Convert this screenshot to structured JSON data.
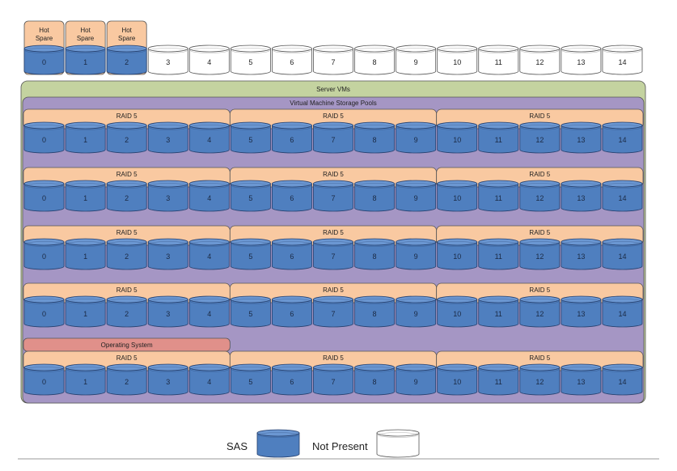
{
  "colors": {
    "sas_fill": "#4f7fbf",
    "sas_top": "#6b97d2",
    "sas_stroke": "#26406e",
    "not_present_fill": "#ffffff",
    "not_present_stroke": "#555555",
    "hot_spare_bg": "#f9c9a1",
    "server_vms_bg": "#c4d3a0",
    "vm_pools_bg": "#a596c4",
    "raid_bg": "#f9c9a1",
    "os_bg": "#e0908a"
  },
  "top_row": {
    "hot_spare_label": "Hot Spare",
    "disks": [
      {
        "label": "0",
        "type": "SAS",
        "hot_spare": true
      },
      {
        "label": "1",
        "type": "SAS",
        "hot_spare": true
      },
      {
        "label": "2",
        "type": "SAS",
        "hot_spare": true
      },
      {
        "label": "3",
        "type": "Not Present",
        "hot_spare": false
      },
      {
        "label": "4",
        "type": "Not Present",
        "hot_spare": false
      },
      {
        "label": "5",
        "type": "Not Present",
        "hot_spare": false
      },
      {
        "label": "6",
        "type": "Not Present",
        "hot_spare": false
      },
      {
        "label": "7",
        "type": "Not Present",
        "hot_spare": false
      },
      {
        "label": "8",
        "type": "Not Present",
        "hot_spare": false
      },
      {
        "label": "9",
        "type": "Not Present",
        "hot_spare": false
      },
      {
        "label": "10",
        "type": "Not Present",
        "hot_spare": false
      },
      {
        "label": "11",
        "type": "Not Present",
        "hot_spare": false
      },
      {
        "label": "12",
        "type": "Not Present",
        "hot_spare": false
      },
      {
        "label": "13",
        "type": "Not Present",
        "hot_spare": false
      },
      {
        "label": "14",
        "type": "Not Present",
        "hot_spare": false
      }
    ]
  },
  "server_vms": {
    "title": "Server VMs"
  },
  "vm_storage_pools": {
    "title": "Virtual Machine Storage Pools"
  },
  "operating_system": {
    "title": "Operating System"
  },
  "shelves": [
    {
      "groups": [
        {
          "title": "RAID 5",
          "disks": [
            "0",
            "1",
            "2",
            "3",
            "4"
          ]
        },
        {
          "title": "RAID 5",
          "disks": [
            "5",
            "6",
            "7",
            "8",
            "9"
          ]
        },
        {
          "title": "RAID 5",
          "disks": [
            "10",
            "11",
            "12",
            "13",
            "14"
          ]
        }
      ]
    },
    {
      "groups": [
        {
          "title": "RAID 5",
          "disks": [
            "0",
            "1",
            "2",
            "3",
            "4"
          ]
        },
        {
          "title": "RAID 5",
          "disks": [
            "5",
            "6",
            "7",
            "8",
            "9"
          ]
        },
        {
          "title": "RAID 5",
          "disks": [
            "10",
            "11",
            "12",
            "13",
            "14"
          ]
        }
      ]
    },
    {
      "groups": [
        {
          "title": "RAID 5",
          "disks": [
            "0",
            "1",
            "2",
            "3",
            "4"
          ]
        },
        {
          "title": "RAID 5",
          "disks": [
            "5",
            "6",
            "7",
            "8",
            "9"
          ]
        },
        {
          "title": "RAID 5",
          "disks": [
            "10",
            "11",
            "12",
            "13",
            "14"
          ]
        }
      ]
    },
    {
      "groups": [
        {
          "title": "RAID 5",
          "disks": [
            "0",
            "1",
            "2",
            "3",
            "4"
          ]
        },
        {
          "title": "RAID 5",
          "disks": [
            "5",
            "6",
            "7",
            "8",
            "9"
          ]
        },
        {
          "title": "RAID 5",
          "disks": [
            "10",
            "11",
            "12",
            "13",
            "14"
          ]
        }
      ]
    },
    {
      "groups": [
        {
          "title": "RAID 5",
          "disks": [
            "0",
            "1",
            "2",
            "3",
            "4"
          ]
        },
        {
          "title": "RAID 5",
          "disks": [
            "5",
            "6",
            "7",
            "8",
            "9"
          ]
        },
        {
          "title": "RAID 5",
          "disks": [
            "10",
            "11",
            "12",
            "13",
            "14"
          ]
        }
      ]
    }
  ],
  "legend": {
    "sas_label": "SAS",
    "not_present_label": "Not Present"
  }
}
